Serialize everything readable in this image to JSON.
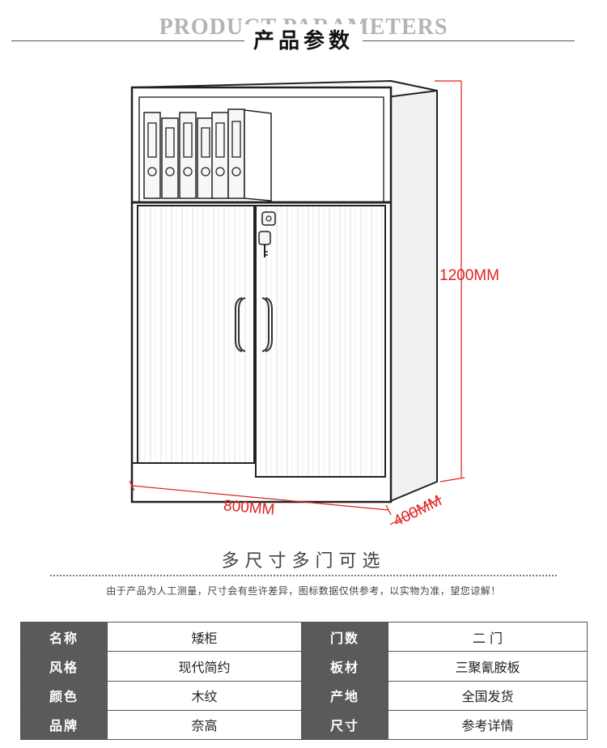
{
  "header": {
    "title_en": "PRODUCT PARAMETERS",
    "title_cn": "产品参数"
  },
  "dimensions": {
    "height": "1200MM",
    "width": "800MM",
    "depth": "400MM"
  },
  "tagline": "多尺寸多门可选",
  "note": "由于产品为人工测量，尺寸会有些许差异，图标数据仅供参考，以实物为准，望您谅解！",
  "params": [
    {
      "label1": "名称",
      "value1": "矮柜",
      "label2": "门数",
      "value2": "二 门"
    },
    {
      "label1": "风格",
      "value1": "现代简约",
      "label2": "板材",
      "value2": "三聚氰胺板"
    },
    {
      "label1": "颜色",
      "value1": "木纹",
      "label2": "产地",
      "value2": "全国发货"
    },
    {
      "label1": "品牌",
      "value1": "奈高",
      "label2": "尺寸",
      "value2": "参考详情"
    }
  ],
  "colors": {
    "dimension_red": "#e02020",
    "label_cell_bg": "#5a5a5a",
    "header_en_gray": "#b4b4b4"
  },
  "icons": [
    "cabinet-illustration",
    "lock-icon",
    "key-icon",
    "binder-icon",
    "door-handle-icon"
  ]
}
